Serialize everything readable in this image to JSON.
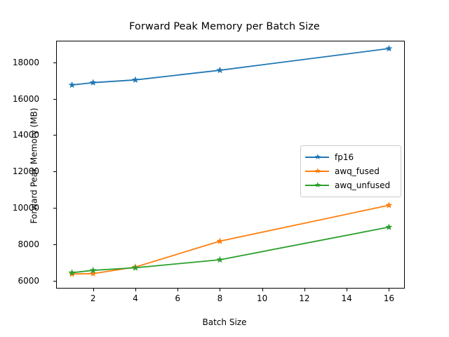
{
  "chart_data": {
    "type": "line",
    "title": "Forward Peak Memory per Batch Size",
    "xlabel": "Batch Size",
    "ylabel": "Forward Peak Memory (MB)",
    "x": [
      1,
      2,
      4,
      8,
      16
    ],
    "xlim": [
      0.25,
      16.75
    ],
    "ylim": [
      5580,
      19180
    ],
    "xticks": [
      2,
      4,
      6,
      8,
      10,
      12,
      14,
      16
    ],
    "xtick_labels": [
      "2",
      "4",
      "6",
      "8",
      "10",
      "12",
      "14",
      "16"
    ],
    "yticks": [
      6000,
      8000,
      10000,
      12000,
      14000,
      16000,
      18000
    ],
    "ytick_labels": [
      "6000",
      "8000",
      "10000",
      "12000",
      "14000",
      "16000",
      "18000"
    ],
    "grid": false,
    "legend_position": "center right",
    "marker": "star",
    "series": [
      {
        "name": "fp16",
        "color": "#1f77b4",
        "values": [
          16750,
          16880,
          17030,
          17560,
          18750
        ]
      },
      {
        "name": "awq_fused",
        "color": "#ff7f0e",
        "values": [
          6380,
          6400,
          6760,
          8180,
          10150
        ]
      },
      {
        "name": "awq_unfused",
        "color": "#2ca02c",
        "values": [
          6450,
          6580,
          6720,
          7160,
          8950
        ]
      }
    ]
  },
  "legend": {
    "items": [
      {
        "label": "fp16"
      },
      {
        "label": "awq_fused"
      },
      {
        "label": "awq_unfused"
      }
    ]
  },
  "icons": {
    "star": "★"
  }
}
